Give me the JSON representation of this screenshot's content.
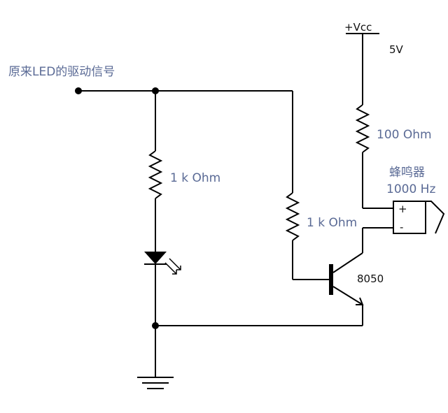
{
  "input_label": "原来LED的驱动信号",
  "resistors": {
    "r_led": "1 k Ohm",
    "r_base": "1 k Ohm",
    "r_vcc": "100 Ohm"
  },
  "supply": {
    "rail": "+Vcc",
    "voltage": "5V"
  },
  "buzzer": {
    "name": "蜂鸣器",
    "freq": "1000 Hz",
    "plus": "+",
    "minus": "-"
  },
  "transistor": "8050"
}
